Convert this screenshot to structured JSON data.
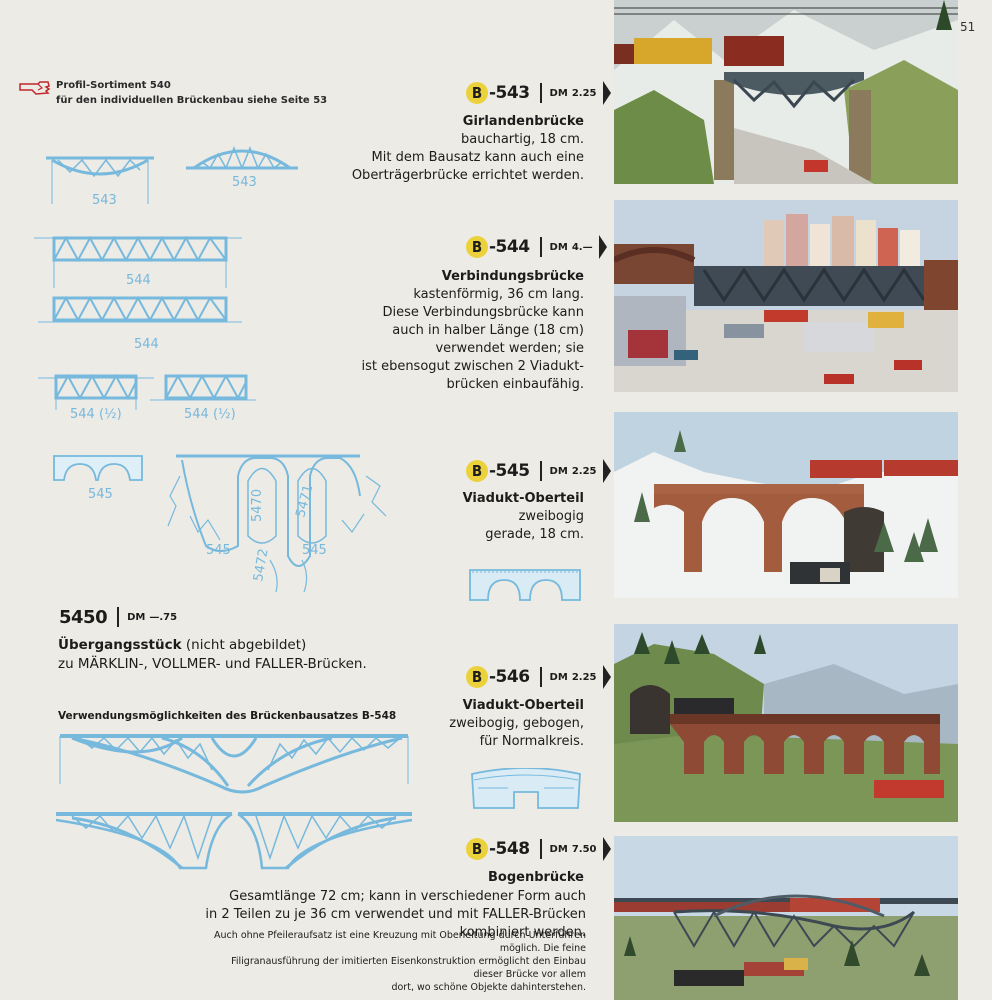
{
  "page_number": "51",
  "profile_note": {
    "line1": "Profil-Sortiment 540",
    "line2": "für den individuellen Brückenbau siehe Seite 53"
  },
  "products": [
    {
      "code_letter": "B",
      "code_number": "-543",
      "price_label": "DM",
      "price": "2.25",
      "title": "Girlandenbrücke",
      "lines": [
        "bauchartig, 18 cm.",
        "Mit dem Bausatz kann auch eine",
        "Oberträgerbrücke errichtet werden."
      ]
    },
    {
      "code_letter": "B",
      "code_number": "-544",
      "price_label": "DM",
      "price": "4.—",
      "title": "Verbindungsbrücke",
      "lines": [
        "kastenförmig, 36 cm lang.",
        "Diese Verbindungsbrücke kann",
        "auch in halber Länge (18 cm)",
        "verwendet werden; sie",
        "ist ebensogut zwischen 2 Viadukt-",
        "brücken einbaufähig."
      ]
    },
    {
      "code_letter": "B",
      "code_number": "-545",
      "price_label": "DM",
      "price": "2.25",
      "title": "Viadukt-Oberteil",
      "lines": [
        "zweibogig",
        "gerade, 18 cm."
      ]
    },
    {
      "code_letter": "B",
      "code_number": "-546",
      "price_label": "DM",
      "price": "2.25",
      "title": "Viadukt-Oberteil",
      "lines": [
        "zweibogig, gebogen,",
        "für Normalkreis."
      ]
    },
    {
      "code_letter": "B",
      "code_number": "-548",
      "price_label": "DM",
      "price": "7.50",
      "title": "Bogenbrücke",
      "lines": [
        "Gesamtlänge 72 cm; kann in verschiedener Form auch",
        "in 2 Teilen zu je 36 cm verwendet und mit FALLER-Brücken kombiniert werden."
      ],
      "small_lines": [
        "Auch ohne Pfeileraufsatz ist eine Kreuzung mit Oberleitung durch Unterführen möglich. Die feine",
        "Filigranausführung der imitierten Eisenkonstruktion ermöglicht den Einbau dieser Brücke vor allem",
        "dort, wo schöne Objekte dahinterstehen."
      ]
    }
  ],
  "item5450": {
    "code": "5450",
    "price_label": "DM",
    "price": "—.75",
    "title": "Übergangsstück",
    "title_suffix": " (nicht abgebildet)",
    "line2": "zu MÄRKLIN-, VOLLMER- und FALLER-Brücken."
  },
  "usage_title": "Verwendungsmöglichkeiten des Brückenbausatzes B-548",
  "drawing_labels": {
    "d543a": "543",
    "d543b": "543",
    "d544a": "544",
    "d544b": "544",
    "d544h1": "544 (½)",
    "d544h2": "544 (½)",
    "d545a": "545",
    "d5470": "5470",
    "d5471": "5471",
    "d545b": "545",
    "d5472": "5472",
    "d545c": "545"
  },
  "colors": {
    "drawing_blue": "#76b9dd",
    "badge_yellow": "#ecd23a",
    "note_red": "#c2262b"
  }
}
